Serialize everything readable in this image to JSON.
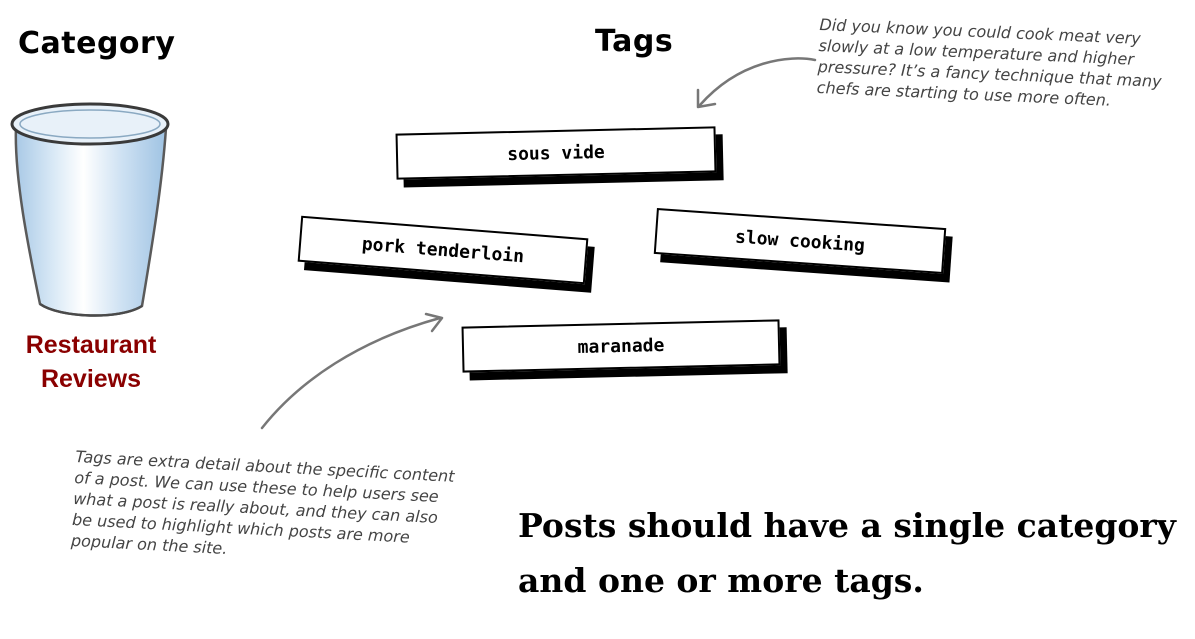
{
  "headings": {
    "category": "Category",
    "tags": "Tags"
  },
  "category": {
    "label_line1": "Restaurant",
    "label_line2": "Reviews",
    "label_color": "#8a0000",
    "icon": "bucket-icon"
  },
  "tags": [
    {
      "label": "sous vide"
    },
    {
      "label": "slow cooking"
    },
    {
      "label": "pork tenderloin"
    },
    {
      "label": "maranade"
    }
  ],
  "notes": {
    "sous_vide": "Did you know you could cook meat very slowly at a low temperature and higher pressure? It’s a fancy technique that many chefs are starting to use more often.",
    "tags_explained": "Tags are extra detail about the specific content of a post. We can use these to help users see what a post is really about, and they can also be used to highlight which posts are more popular on the site."
  },
  "callout": {
    "line1": "Posts should have a single category",
    "line2": "and one or more tags."
  },
  "colors": {
    "note_text": "#444444",
    "arrow": "#777777",
    "bucket_fill": "#bcd8ee"
  }
}
